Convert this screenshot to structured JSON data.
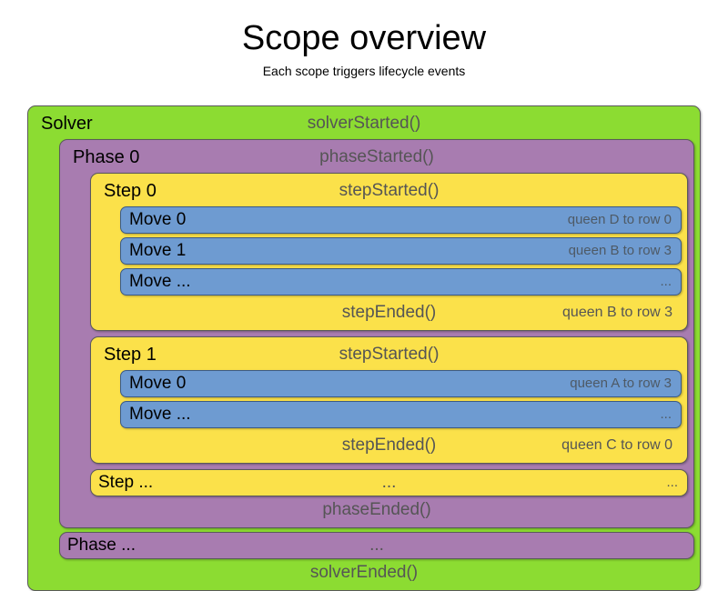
{
  "title": "Scope overview",
  "subtitle": "Each scope triggers lifecycle events",
  "colors": {
    "solver": "#8CDC32",
    "phase": "#A87CB0",
    "step": "#FBE14A",
    "move": "#6E9BD1",
    "event_text": "#555555",
    "label_text": "#000000"
  },
  "solver": {
    "label": "Solver",
    "started_event": "solverStarted()",
    "ended_event": "solverEnded()",
    "phases": [
      {
        "label": "Phase 0",
        "started_event": "phaseStarted()",
        "ended_event": "phaseEnded()",
        "steps": [
          {
            "label": "Step 0",
            "started_event": "stepStarted()",
            "ended_event": "stepEnded()",
            "ended_detail": "queen B to row 3",
            "moves": [
              {
                "label": "Move 0",
                "detail": "queen D to row 0"
              },
              {
                "label": "Move 1",
                "detail": "queen B to row 3"
              },
              {
                "label": "Move ...",
                "detail": "..."
              }
            ]
          },
          {
            "label": "Step 1",
            "started_event": "stepStarted()",
            "ended_event": "stepEnded()",
            "ended_detail": "queen C to row 0",
            "moves": [
              {
                "label": "Move 0",
                "detail": "queen A to row 3"
              },
              {
                "label": "Move ...",
                "detail": "..."
              }
            ]
          }
        ],
        "more_step": {
          "label": "Step ...",
          "event": "...",
          "detail": "..."
        }
      }
    ],
    "more_phase": {
      "label": "Phase ...",
      "event": "...",
      "detail": ""
    }
  }
}
